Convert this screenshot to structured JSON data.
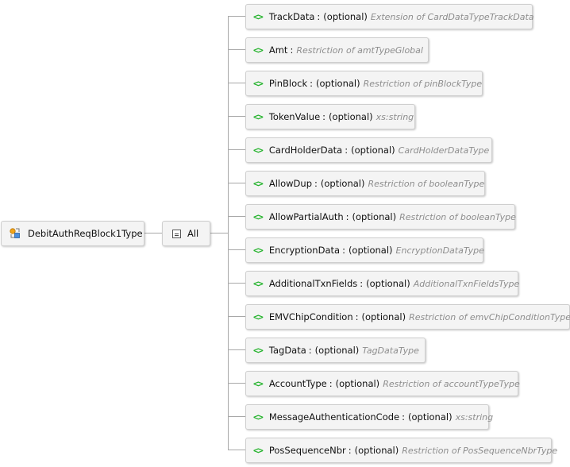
{
  "root": {
    "name": "DebitAuthReqBlock1Type",
    "icon": "complex-type-icon"
  },
  "group": {
    "label": "All",
    "icon": "all-compositor-icon"
  },
  "elements": [
    {
      "name": "TrackData",
      "optional": "(optional)",
      "type": "Extension of CardDataTypeTrackData"
    },
    {
      "name": "Amt",
      "optional": "",
      "type": "Restriction of amtTypeGlobal"
    },
    {
      "name": "PinBlock",
      "optional": "(optional)",
      "type": "Restriction of pinBlockType"
    },
    {
      "name": "TokenValue",
      "optional": "(optional)",
      "type": "xs:string"
    },
    {
      "name": "CardHolderData",
      "optional": "(optional)",
      "type": "CardHolderDataType"
    },
    {
      "name": "AllowDup",
      "optional": "(optional)",
      "type": "Restriction of booleanType"
    },
    {
      "name": "AllowPartialAuth",
      "optional": "(optional)",
      "type": "Restriction of booleanType"
    },
    {
      "name": "EncryptionData",
      "optional": "(optional)",
      "type": "EncryptionDataType"
    },
    {
      "name": "AdditionalTxnFields",
      "optional": "(optional)",
      "type": "AdditionalTxnFieldsType"
    },
    {
      "name": "EMVChipCondition",
      "optional": "(optional)",
      "type": "Restriction of emvChipConditionType"
    },
    {
      "name": "TagData",
      "optional": "(optional)",
      "type": "TagDataType"
    },
    {
      "name": "AccountType",
      "optional": "(optional)",
      "type": "Restriction of accountTypeType"
    },
    {
      "name": "MessageAuthenticationCode",
      "optional": "(optional)",
      "type": "xs:string"
    },
    {
      "name": "PosSequenceNbr",
      "optional": "(optional)",
      "type": "Restriction of PosSequenceNbrType"
    }
  ],
  "element_icon": "<>",
  "separator": ":"
}
